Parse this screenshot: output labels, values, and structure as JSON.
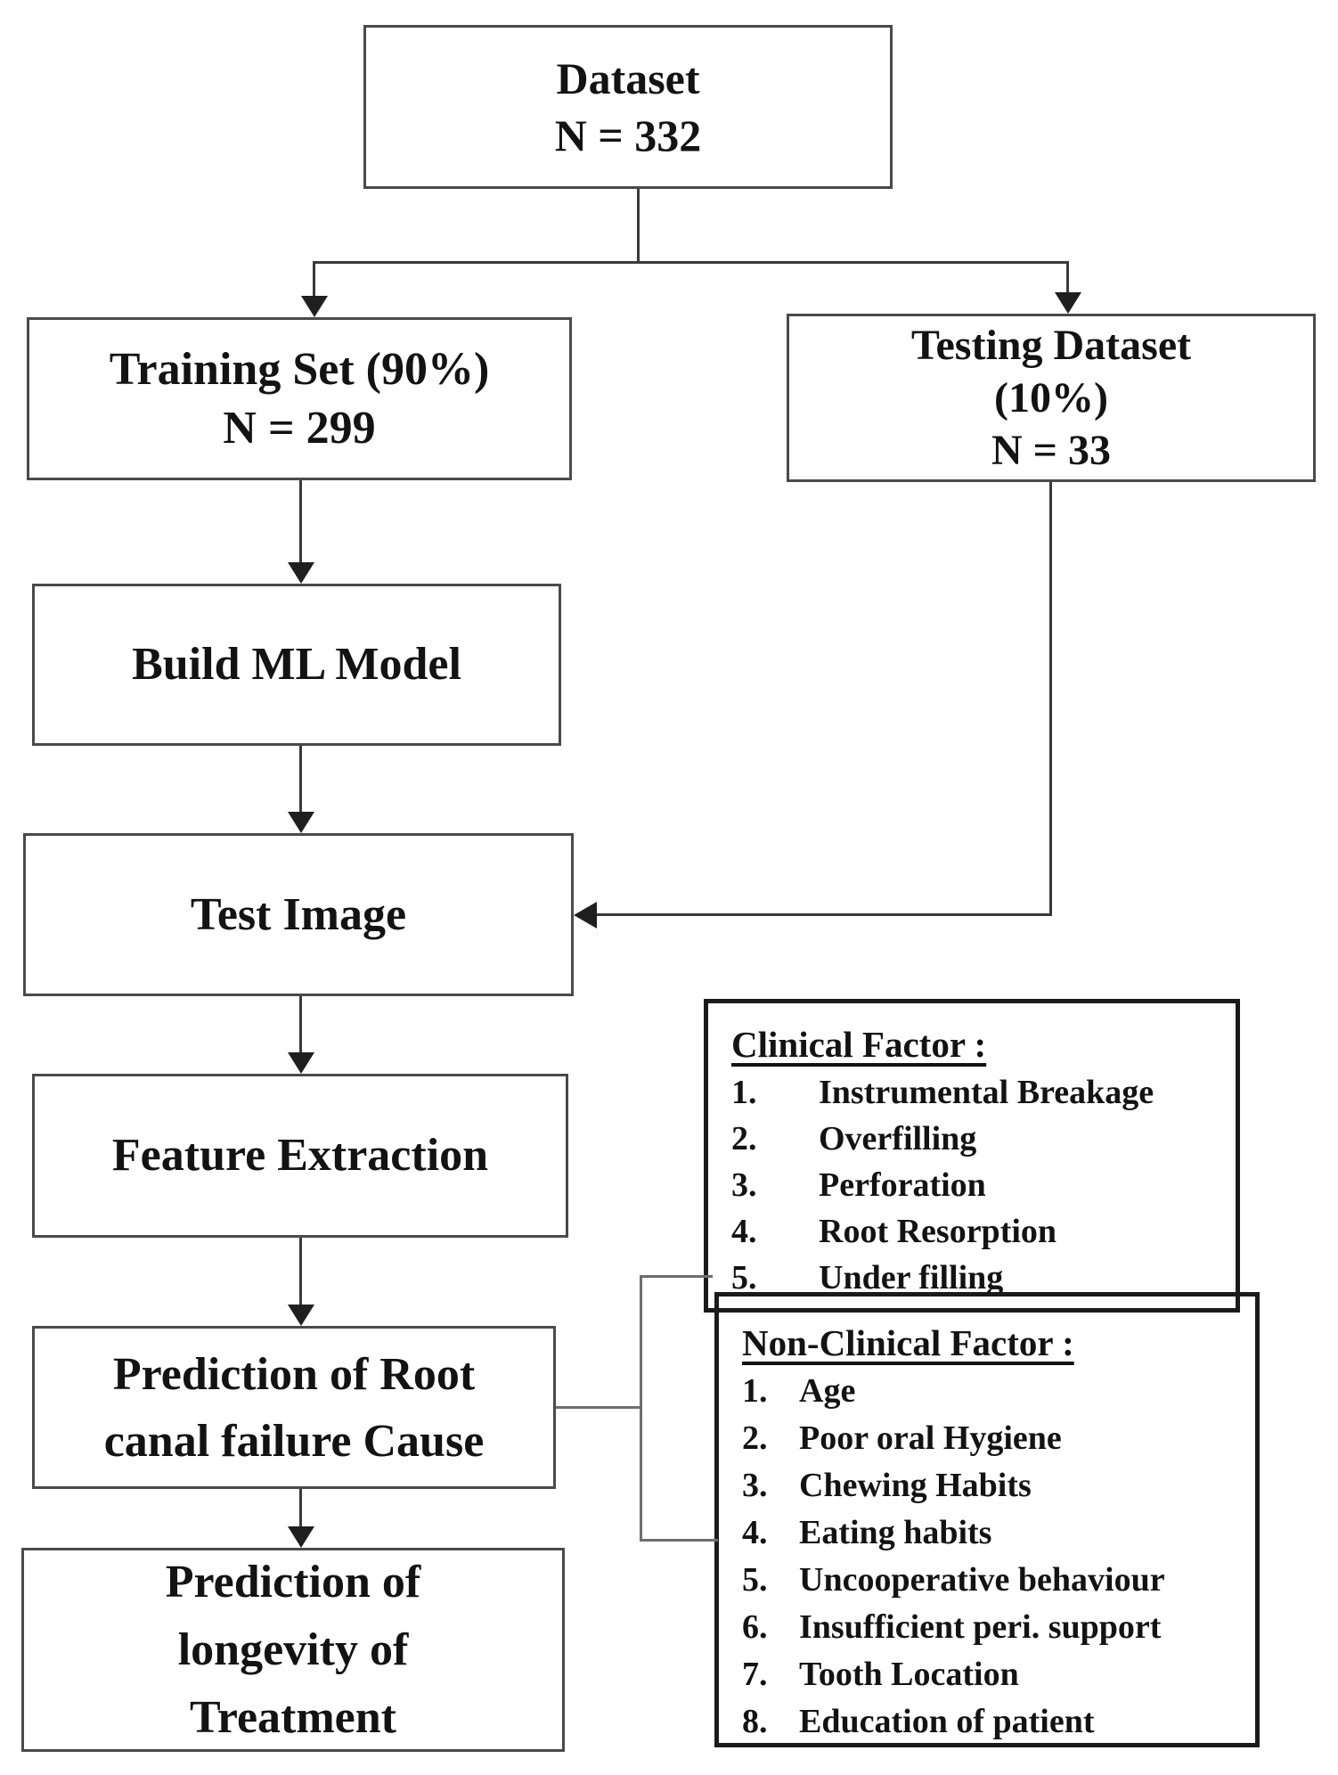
{
  "figure": {
    "boxes": {
      "dataset": {
        "lines": [
          "Dataset",
          "N = 332"
        ]
      },
      "training": {
        "lines": [
          "Training Set (90%)",
          "N = 299"
        ]
      },
      "testing": {
        "lines": [
          "Testing Dataset",
          "(10%)",
          "N = 33"
        ]
      },
      "build": {
        "label": "Build ML Model"
      },
      "test_image": {
        "label": "Test Image"
      },
      "feature": {
        "label": "Feature Extraction"
      },
      "prediction_cause": {
        "lines": [
          "Prediction of Root",
          "canal failure Cause"
        ]
      },
      "prediction_longevity": {
        "lines": [
          "Prediction of",
          "longevity of",
          "Treatment"
        ]
      },
      "clinical": {
        "heading": "Clinical Factor :",
        "items": [
          {
            "num": "1.",
            "label": "Instrumental Breakage"
          },
          {
            "num": "2.",
            "label": "Overfilling"
          },
          {
            "num": "3.",
            "label": "Perforation"
          },
          {
            "num": "4.",
            "label": "Root Resorption"
          },
          {
            "num": "5.",
            "label": "Under filling"
          }
        ]
      },
      "non_clinical": {
        "heading": "Non-Clinical Factor :",
        "items": [
          {
            "num": "1.",
            "label": "Age"
          },
          {
            "num": "2.",
            "label": "Poor oral Hygiene"
          },
          {
            "num": "3.",
            "label": "Chewing Habits"
          },
          {
            "num": "4.",
            "label": "Eating habits"
          },
          {
            "num": "5.",
            "label": "Uncooperative behaviour"
          },
          {
            "num": "6.",
            "label": "Insufficient peri. support"
          },
          {
            "num": "7.",
            "label": "Tooth Location"
          },
          {
            "num": "8.",
            "label": "Education of patient"
          }
        ]
      }
    },
    "colors": {
      "background": "#ffffff",
      "box_border": "#4a4a4a",
      "factor_border": "#1b1b1b",
      "connector_line": "#3a3a3a",
      "bracket_line": "#6e6e6e",
      "text": "#131313"
    }
  }
}
